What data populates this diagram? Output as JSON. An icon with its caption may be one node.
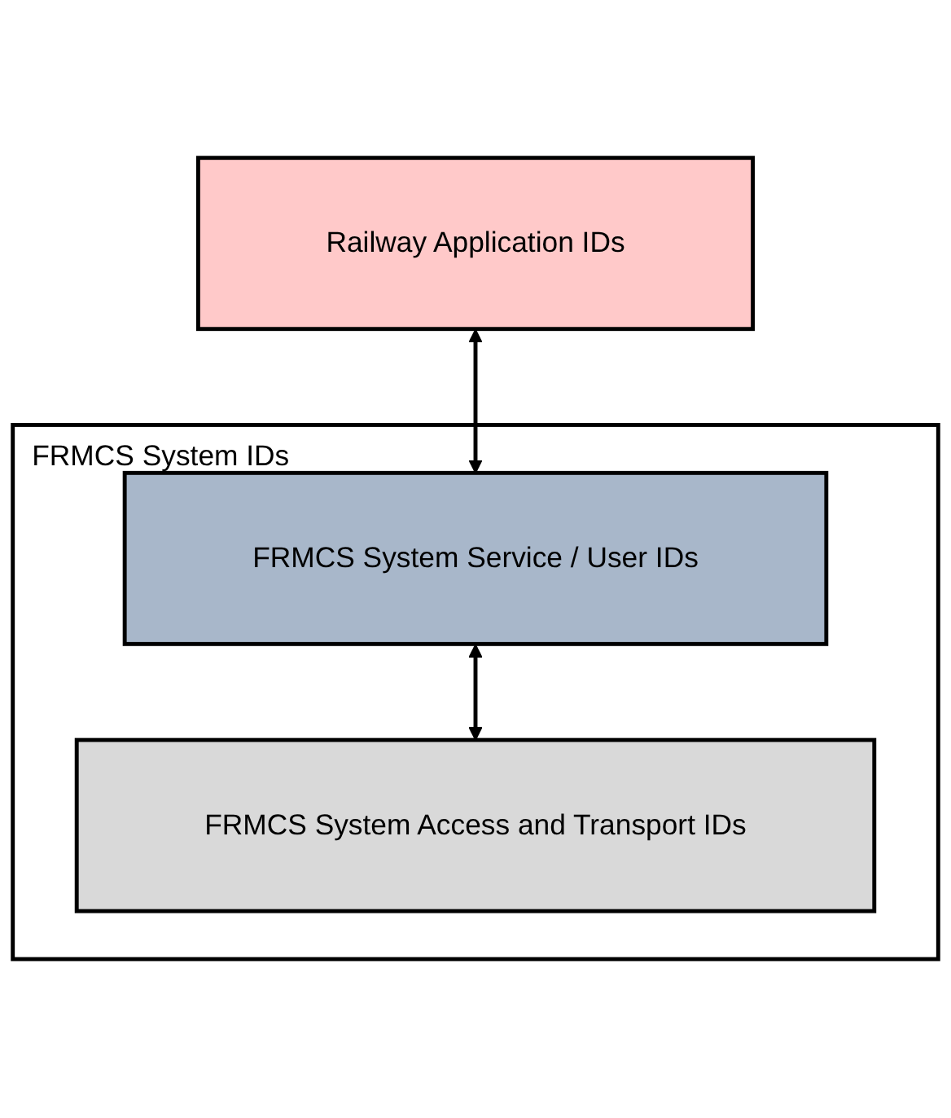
{
  "diagram": {
    "nodes": [
      {
        "text": [
          "Railway Application IDs"
        ]
      },
      {
        "text": [
          "FRMCS System IDs"
        ]
      },
      {
        "text": [
          "FRMCS System Service / User IDs"
        ],
        "in": 1
      },
      {
        "text": [
          "FRMCS System Access and Transport IDs"
        ],
        "in": 1
      }
    ],
    "edges": [
      {
        "from": 0,
        "to": 2,
        "arrow": "both"
      },
      {
        "from": 2,
        "to": 3,
        "arrow": "both"
      }
    ]
  }
}
